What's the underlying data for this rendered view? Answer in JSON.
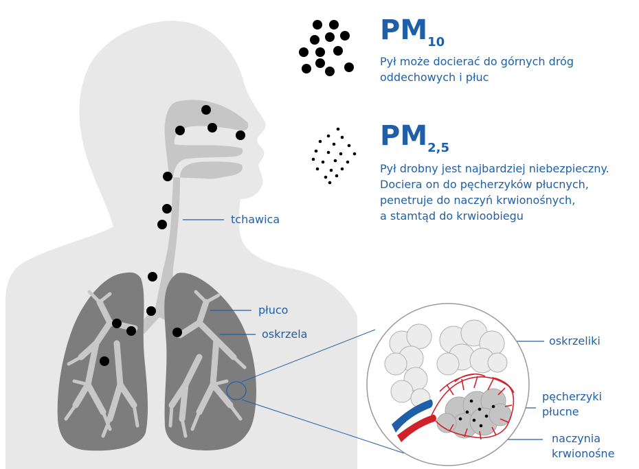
{
  "pm10": {
    "label": "PM",
    "sub": "10",
    "desc_lines": [
      "Pył może docierać do górnych dróg",
      "oddechowych i płuc"
    ]
  },
  "pm25": {
    "label": "PM",
    "sub": "2,5",
    "desc_lines": [
      "Pył drobny jest najbardziej niebezpieczny.",
      "Dociera on do pęcherzyków płucnych,",
      "penetruje do naczyń krwionośnych,",
      "a stamtąd do krwioobiegu"
    ]
  },
  "labels": {
    "trachea": "tchawica",
    "lung": "płuco",
    "bronchi": "oskrzela",
    "bronchioles": "oskrzeliki",
    "alveoli_1": "pęcherzyki",
    "alveoli_2": "płucne",
    "vessels_1": "naczynia",
    "vessels_2": "krwionośne"
  },
  "colors": {
    "accent": "#1f5fa8",
    "silhouette": "#e8e8e8",
    "airway": "#c6c6c6",
    "lung": "#7d7d7d",
    "bronchi": "#c8c8c8",
    "particle": "#000000",
    "blood_red": "#d0202a",
    "blood_blue": "#1f5fa8"
  }
}
